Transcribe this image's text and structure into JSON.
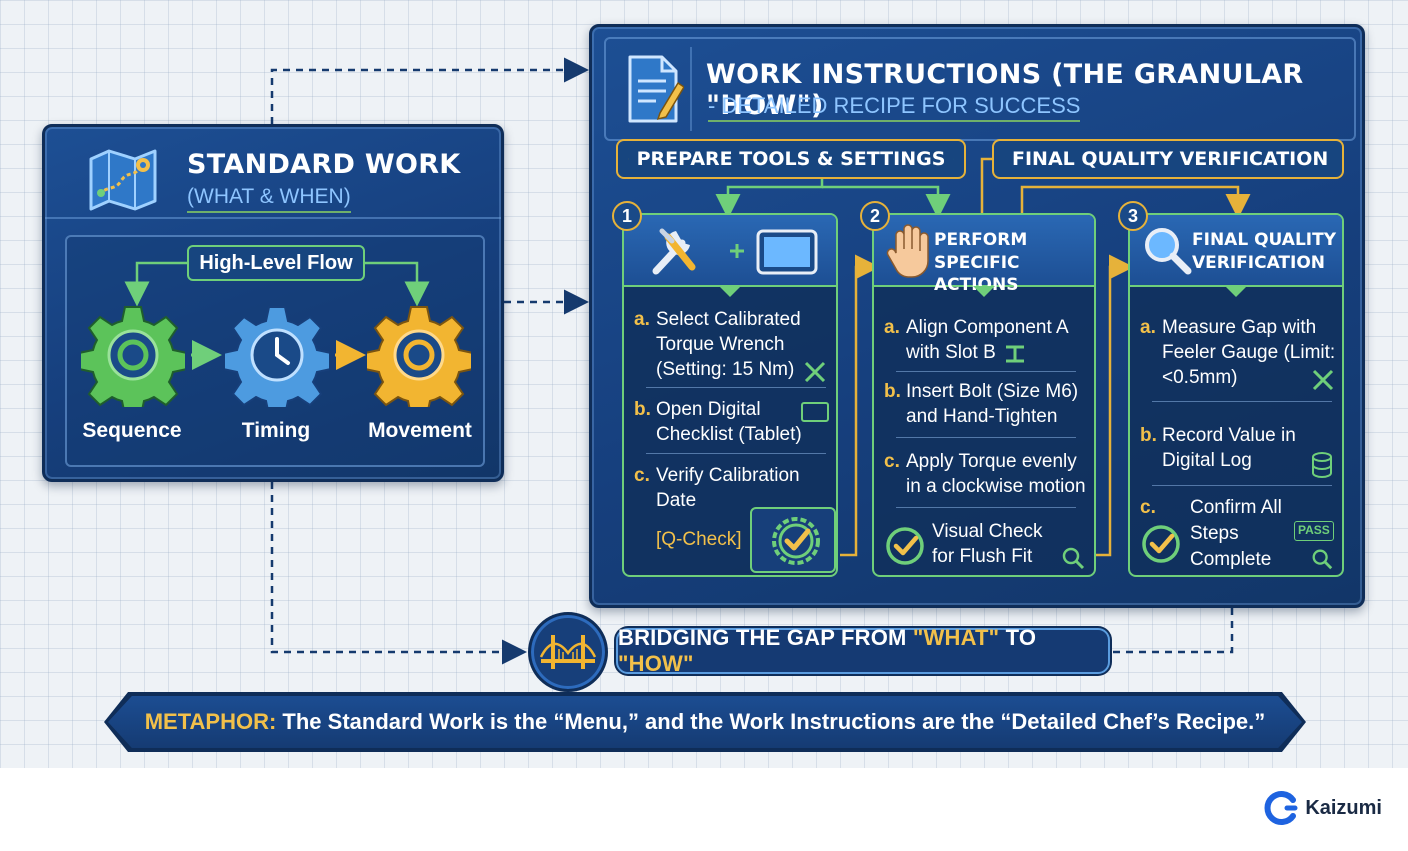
{
  "standard_work": {
    "title": "STANDARD WORK",
    "subtitle": "(WHAT & WHEN)",
    "flow_label": "High-Level Flow",
    "gears": [
      {
        "label": "Sequence",
        "color": "#5cc35a"
      },
      {
        "label": "Timing",
        "color": "#4d9be0"
      },
      {
        "label": "Movement",
        "color": "#f2b531"
      }
    ]
  },
  "work_instructions": {
    "title": "WORK INSTRUCTIONS (THE GRANULAR \"HOW\")",
    "subtitle": "- DETAILED RECIPE FOR SUCCESS",
    "phase_tags": [
      "PREPARE TOOLS & SETTINGS",
      "FINAL QUALITY VERIFICATION"
    ],
    "columns": [
      {
        "number": "1",
        "steps": [
          {
            "letter": "a.",
            "text": "Select Calibrated Torque Wrench (Setting: 15 Nm)"
          },
          {
            "letter": "b.",
            "text": "Open Digital Checklist (Tablet)"
          },
          {
            "letter": "c.",
            "text": "Verify Calibration Date"
          }
        ],
        "qcheck": "[Q-Check]"
      },
      {
        "number": "2",
        "head_title_1": "PERFORM",
        "head_title_2": "SPECIFIC ACTIONS",
        "steps": [
          {
            "letter": "a.",
            "text": "Align Component A with Slot B"
          },
          {
            "letter": "b.",
            "text": "Insert Bolt (Size M6) and Hand-Tighten"
          },
          {
            "letter": "c.",
            "text": "Apply Torque evenly in a clockwise motion"
          }
        ],
        "check_text_1": "Visual Check",
        "check_text_2": "for Flush Fit"
      },
      {
        "number": "3",
        "head_title_1": "FINAL QUALITY",
        "head_title_2": "VERIFICATION",
        "steps": [
          {
            "letter": "a.",
            "text": "Measure Gap with Feeler Gauge (Limit: <0.5mm)"
          },
          {
            "letter": "b.",
            "text": "Record Value in Digital Log"
          }
        ],
        "confirm_letter": "c.",
        "confirm_text_1": "Confirm All",
        "confirm_text_2": "Steps",
        "confirm_text_3": "Complete",
        "pass_badge": "PASS"
      }
    ]
  },
  "bridge": {
    "text_1": "BRIDGING THE GAP FROM ",
    "text_what": "\"WHAT\"",
    "text_2": " TO ",
    "text_how": "\"HOW\""
  },
  "metaphor": {
    "label": "METAPHOR:",
    "text": " The Standard Work is the “Menu,” and the Work Instructions are the “Detailed Chef’s Recipe.”"
  },
  "brand": {
    "name": "Kaizumi"
  },
  "colors": {
    "panel_blue": "#1d4f94",
    "accent_green": "#6fcf7a",
    "accent_gold": "#f2c04a",
    "dashed_line": "#153a6e"
  }
}
